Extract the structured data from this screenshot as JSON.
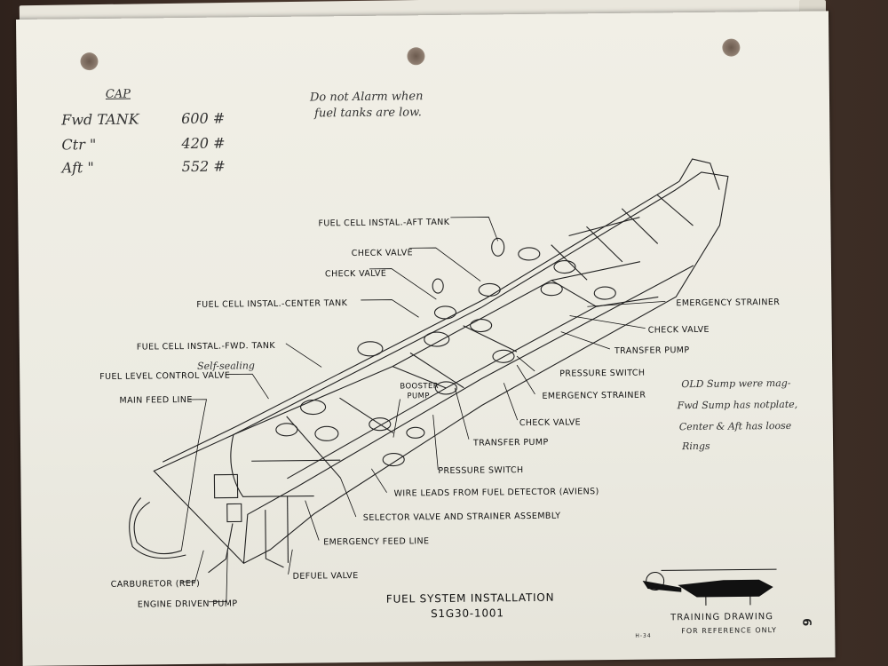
{
  "handwritten": {
    "cap_heading": "CAP",
    "cap_rows": [
      {
        "tank": "Fwd TANK",
        "value": "600 #"
      },
      {
        "tank": "Ctr   \"",
        "value": "420 #"
      },
      {
        "tank": "Aft   \"",
        "value": "552 #"
      }
    ],
    "note_top_line1": "Do not Alarm when",
    "note_top_line2": "fuel tanks are low.",
    "self_sealing": "Self-sealing",
    "note_right_line1": "OLD Sump were mag-",
    "note_right_line2": "Fwd Sump has notplate,",
    "note_right_line3": "Center & Aft has loose",
    "note_right_line4": "Rings"
  },
  "labels": {
    "fuel_cell_aft": "FUEL CELL INSTAL.-AFT TANK",
    "check_valve_1": "CHECK VALVE",
    "check_valve_2": "CHECK VALVE",
    "fuel_cell_center": "FUEL CELL INSTAL.-CENTER TANK",
    "emergency_strainer_1": "EMERGENCY STRAINER",
    "check_valve_3": "CHECK VALVE",
    "transfer_pump_1": "TRANSFER PUMP",
    "pressure_switch_1": "PRESSURE SWITCH",
    "emergency_strainer_2": "EMERGENCY STRAINER",
    "check_valve_4": "CHECK VALVE",
    "transfer_pump_2": "TRANSFER PUMP",
    "pressure_switch_2": "PRESSURE SWITCH",
    "fuel_cell_fwd": "FUEL CELL INSTAL.-FWD. TANK",
    "fuel_level_control_valve": "FUEL LEVEL CONTROL VALVE",
    "booster_pump_l1": "BOOSTER",
    "booster_pump_l2": "PUMP",
    "main_feed_line": "MAIN FEED LINE",
    "wire_leads": "WIRE LEADS FROM FUEL DETECTOR (AVIENS)",
    "selector_valve": "SELECTOR VALVE AND STRAINER ASSEMBLY",
    "emergency_feed_line": "EMERGENCY FEED LINE",
    "defuel_valve": "DEFUEL VALVE",
    "carburetor": "CARBURETOR (REF)",
    "engine_driven_pump": "ENGINE DRIVEN PUMP"
  },
  "title_block": {
    "title_line1": "FUEL SYSTEM INSTALLATION",
    "title_line2": "S1G30-1001",
    "training": "TRAINING DRAWING",
    "reference": "FOR REFERENCE ONLY",
    "page_number": "9",
    "code": "H-34"
  },
  "colors": {
    "paper": "#eeece3",
    "ink": "#111111",
    "pencil": "#333333",
    "background": "#3a2a22"
  }
}
